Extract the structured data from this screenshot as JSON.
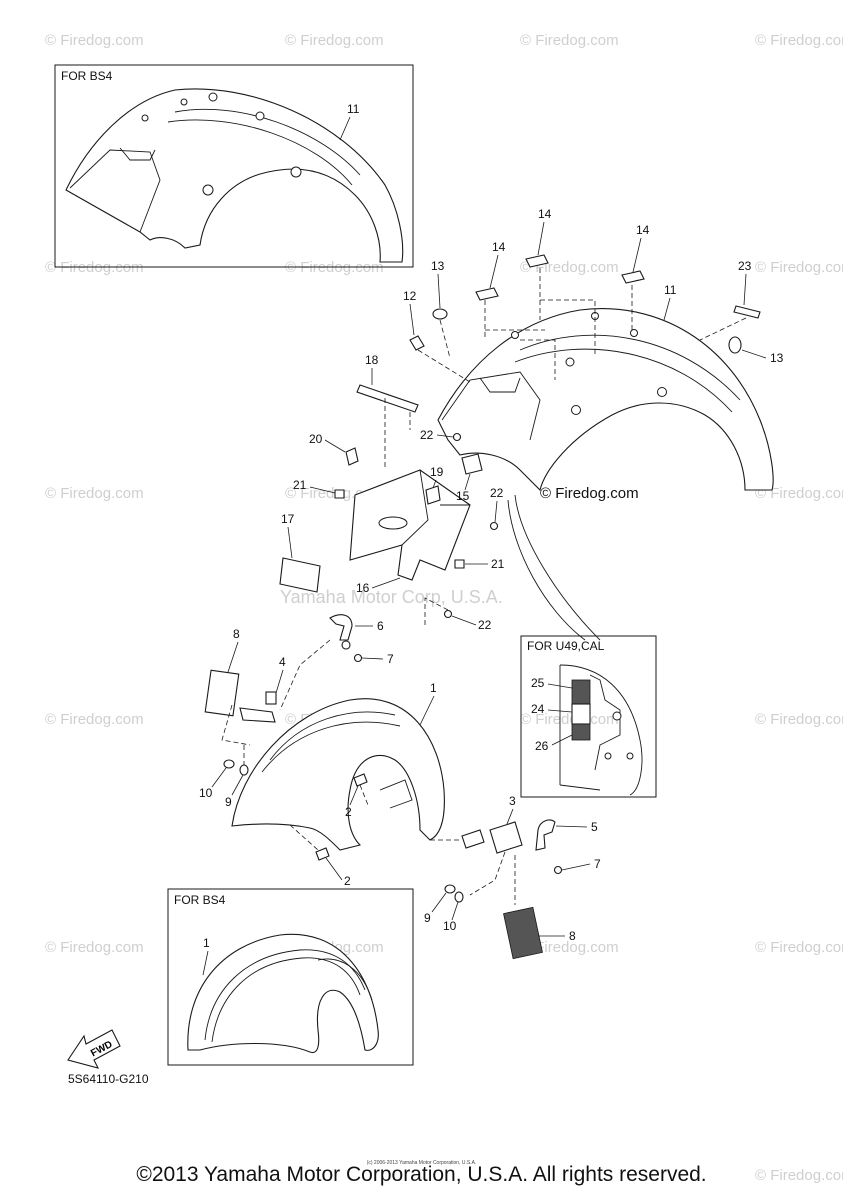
{
  "watermark": "© Firedog.com",
  "main_watermark": "© Firedog.com",
  "center_watermark": "Yamaha Motor Corp, U.S.A.",
  "inset_top_label": "FOR BS4",
  "inset_bottom_label": "FOR BS4",
  "inset_right_label": "FOR U49,CAL",
  "fwd_label": "FWD",
  "diagram_code": "5S64110-G210",
  "tiny_copyright": "(c) 2006-2013 Yamaha Motor Corporation, U.S.A.",
  "footer": "©2013 Yamaha Motor Corporation, U.S.A. All rights reserved.",
  "callouts": {
    "c11_inset": "11",
    "c14a": "14",
    "c14b": "14",
    "c14c": "14",
    "c23": "23",
    "c13a": "13",
    "c12": "12",
    "c11": "11",
    "c13b": "13",
    "c18": "18",
    "c20": "20",
    "c22a": "22",
    "c19": "19",
    "c21a": "21",
    "c15": "15",
    "c22b": "22",
    "c17": "17",
    "c21b": "21",
    "c16": "16",
    "c22c": "22",
    "c8a": "8",
    "c6": "6",
    "c4": "4",
    "c7a": "7",
    "c1": "1",
    "c10a": "10",
    "c9a": "9",
    "c2a": "2",
    "c3": "3",
    "c5": "5",
    "c2b": "2",
    "c7b": "7",
    "c9b": "9",
    "c10b": "10",
    "c8b": "8",
    "c1_inset": "1",
    "c25": "25",
    "c24": "24",
    "c26": "26"
  }
}
